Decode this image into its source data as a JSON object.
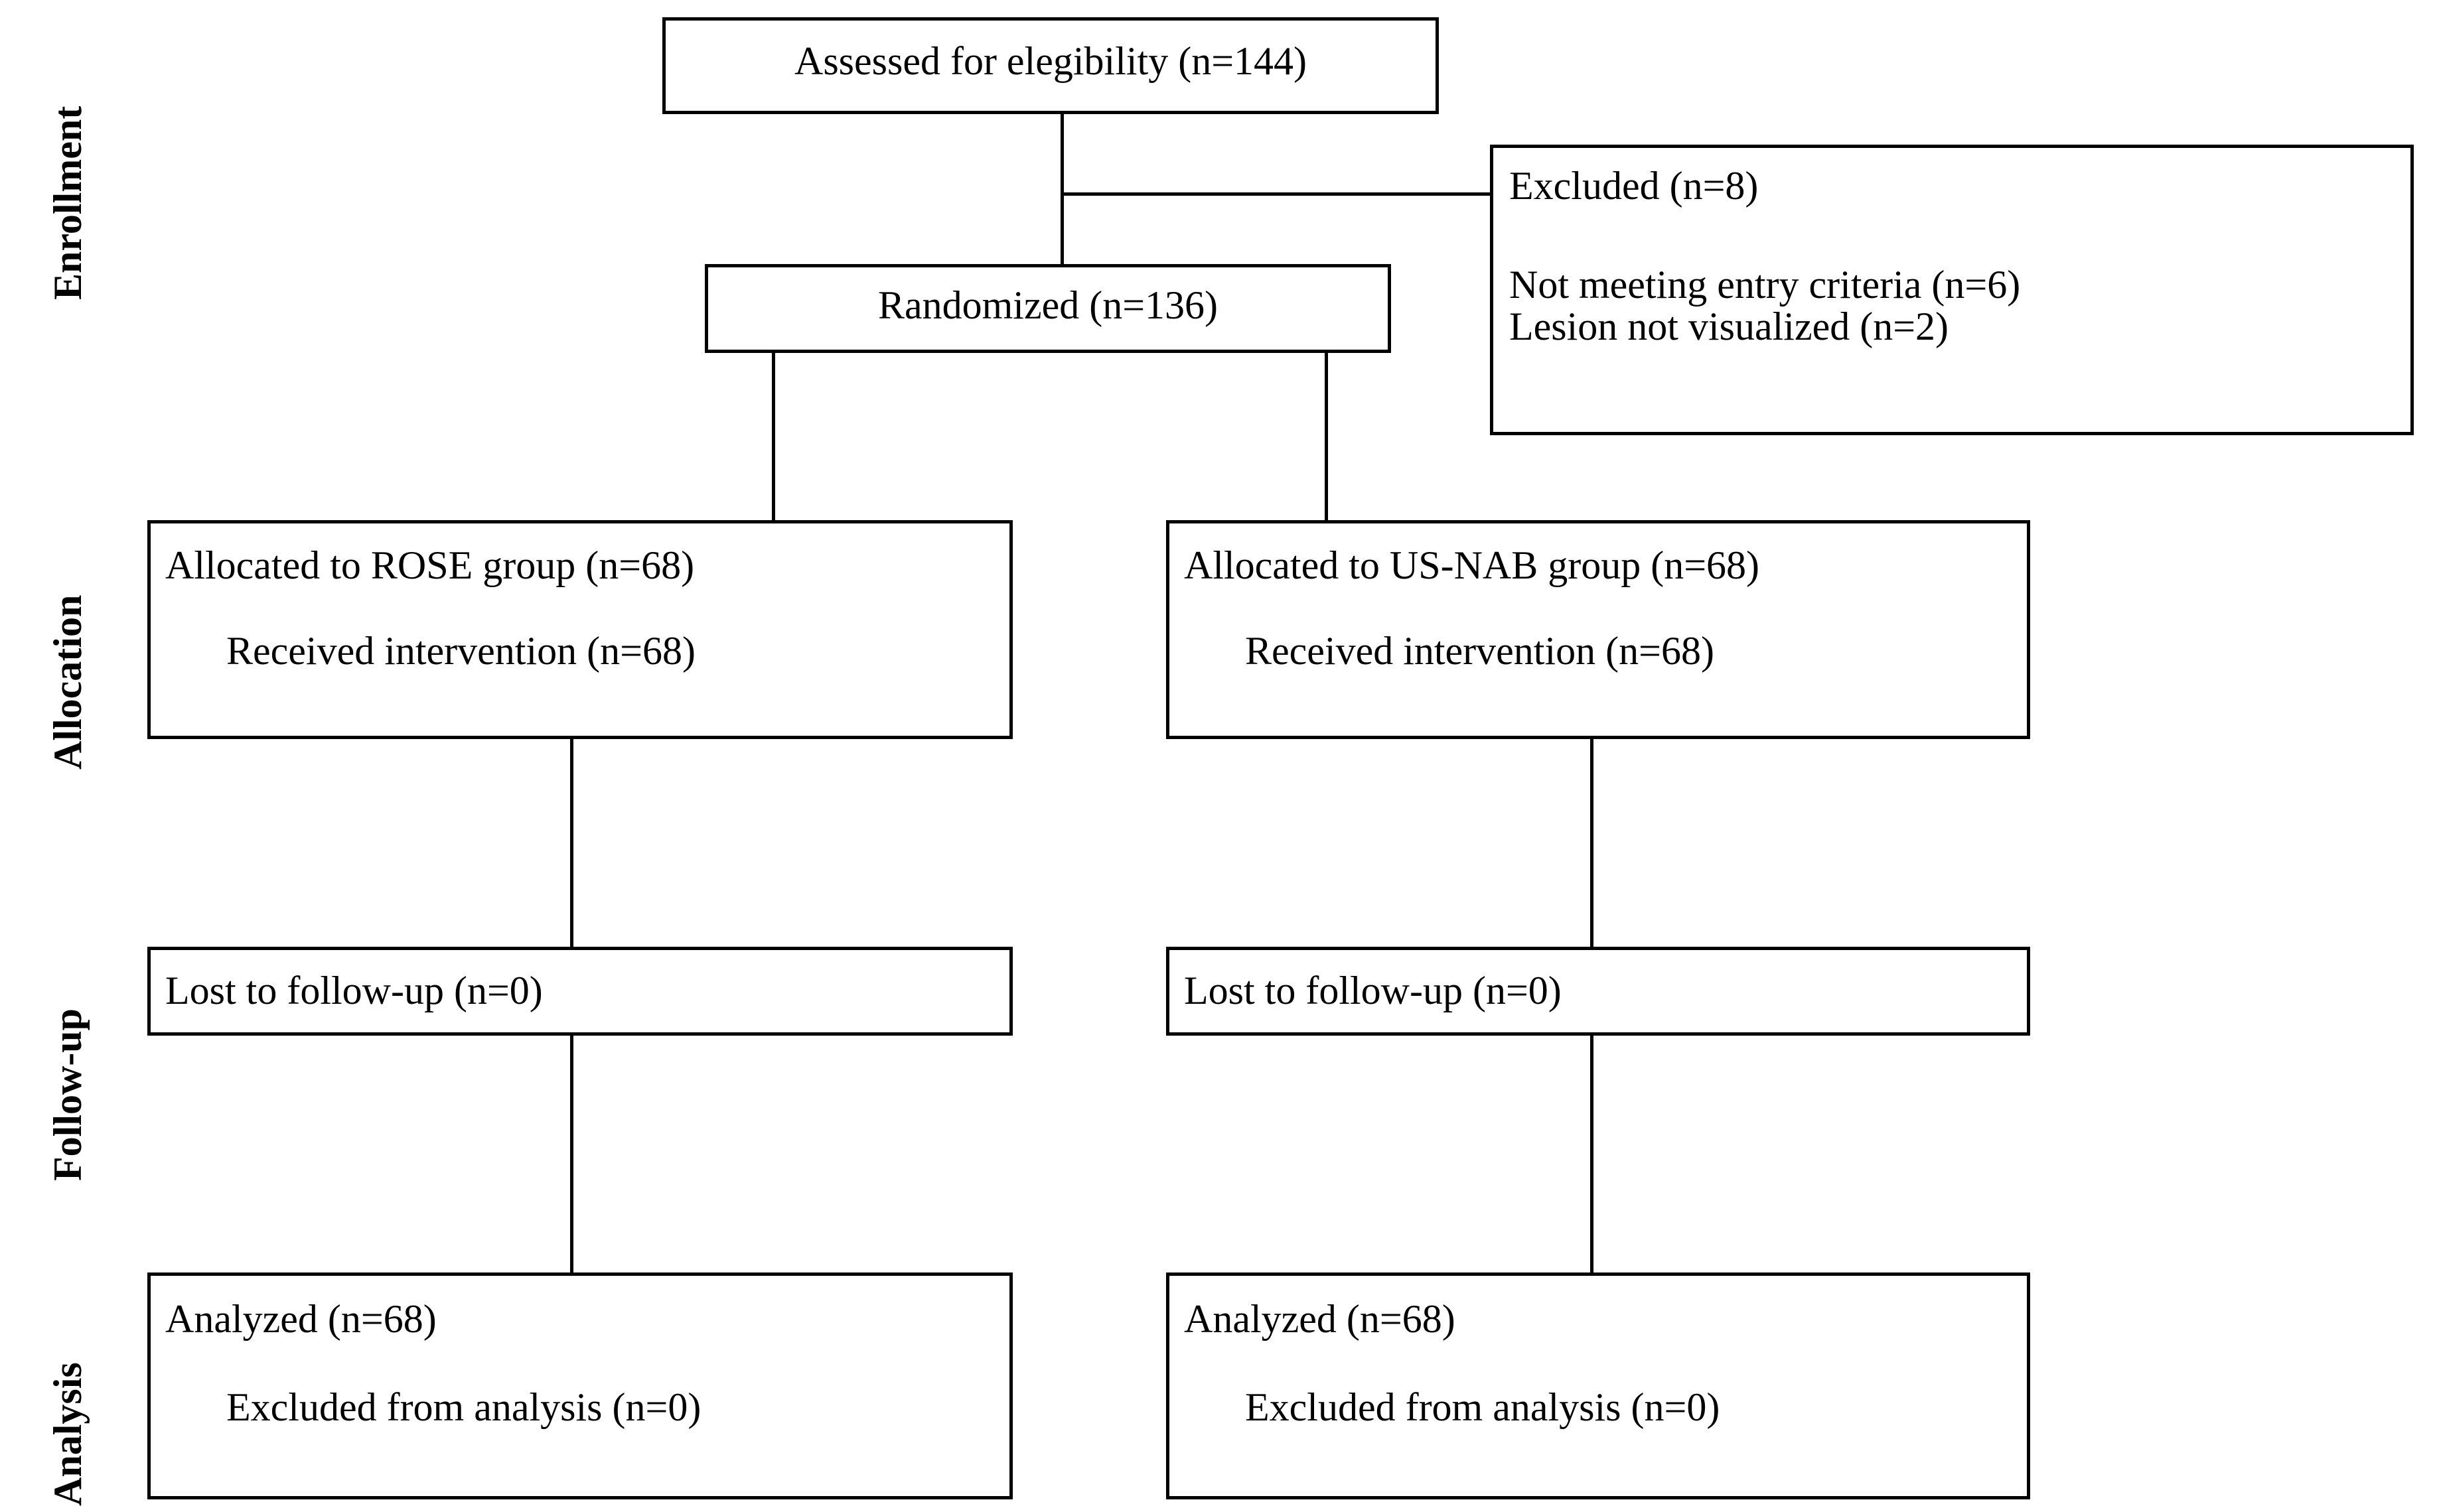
{
  "diagram": {
    "title": "CONSORT participant flow diagram",
    "line_color": "#000000",
    "box_fill": "#ffffff",
    "text_color": "#000000"
  },
  "phases": [
    {
      "id": "enrollment",
      "label": "Enrollment"
    },
    {
      "id": "allocation",
      "label": "Allocation"
    },
    {
      "id": "followup",
      "label": "Follow-up"
    },
    {
      "id": "analysis",
      "label": "Analysis"
    }
  ],
  "nodes": {
    "assessed": {
      "line1": "Assessed for elegibility (n=144)"
    },
    "excluded": {
      "line1": "Excluded (n=8)",
      "line2": "Not meeting entry criteria (n=6)",
      "line3": "Lesion not visualized (n=2)"
    },
    "randomized": {
      "line1": "Randomized (n=136)"
    },
    "alloc_left": {
      "line1": "Allocated to ROSE group (n=68)",
      "line2": "Received intervention (n=68)"
    },
    "alloc_right": {
      "line1": "Allocated to US-NAB group (n=68)",
      "line2": "Received intervention (n=68)"
    },
    "followup_left": {
      "line1": "Lost to follow-up (n=0)"
    },
    "followup_right": {
      "line1": "Lost to follow-up (n=0)"
    },
    "analysis_left": {
      "line1": "Analyzed (n=68)",
      "line2": "Excluded from analysis (n=0)"
    },
    "analysis_right": {
      "line1": "Analyzed (n=68)",
      "line2": "Excluded from analysis (n=0)"
    }
  },
  "counts": {
    "assessed_for_eligibility": 144,
    "excluded_total": 8,
    "excluded_not_meeting_entry_criteria": 6,
    "excluded_lesion_not_visualized": 2,
    "randomized": 136,
    "rose_allocated": 68,
    "rose_received_intervention": 68,
    "rose_lost_to_followup": 0,
    "rose_analyzed": 68,
    "rose_excluded_from_analysis": 0,
    "usnab_allocated": 68,
    "usnab_received_intervention": 68,
    "usnab_lost_to_followup": 0,
    "usnab_analyzed": 68,
    "usnab_excluded_from_analysis": 0
  }
}
